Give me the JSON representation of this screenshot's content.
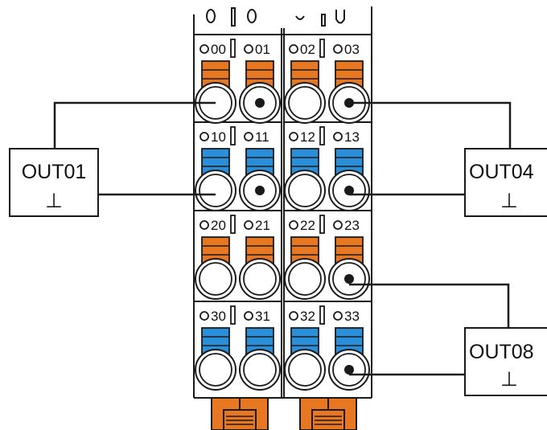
{
  "colors": {
    "orange": "#E87722",
    "blue": "#2A8FD8",
    "line": "#1a1a1a",
    "body": "#ffffff"
  },
  "terminals": [
    {
      "row": 0,
      "col": 0,
      "label": "00",
      "color": "orange",
      "connected": false
    },
    {
      "row": 0,
      "col": 1,
      "label": "01",
      "color": "orange",
      "connected": true
    },
    {
      "row": 0,
      "col": 2,
      "label": "02",
      "color": "orange",
      "connected": false
    },
    {
      "row": 0,
      "col": 3,
      "label": "03",
      "color": "orange",
      "connected": true
    },
    {
      "row": 1,
      "col": 0,
      "label": "10",
      "color": "blue",
      "connected": false
    },
    {
      "row": 1,
      "col": 1,
      "label": "11",
      "color": "blue",
      "connected": true
    },
    {
      "row": 1,
      "col": 2,
      "label": "12",
      "color": "blue",
      "connected": false
    },
    {
      "row": 1,
      "col": 3,
      "label": "13",
      "color": "blue",
      "connected": true
    },
    {
      "row": 2,
      "col": 0,
      "label": "20",
      "color": "orange",
      "connected": false
    },
    {
      "row": 2,
      "col": 1,
      "label": "21",
      "color": "orange",
      "connected": false
    },
    {
      "row": 2,
      "col": 2,
      "label": "22",
      "color": "orange",
      "connected": false
    },
    {
      "row": 2,
      "col": 3,
      "label": "23",
      "color": "orange",
      "connected": true
    },
    {
      "row": 3,
      "col": 0,
      "label": "30",
      "color": "blue",
      "connected": false
    },
    {
      "row": 3,
      "col": 1,
      "label": "31",
      "color": "blue",
      "connected": false
    },
    {
      "row": 3,
      "col": 2,
      "label": "32",
      "color": "blue",
      "connected": false
    },
    {
      "row": 3,
      "col": 3,
      "label": "33",
      "color": "blue",
      "connected": true
    }
  ],
  "devices": [
    {
      "id": "out01",
      "label": "OUT01",
      "symbol": "⊥"
    },
    {
      "id": "out04",
      "label": "OUT04",
      "symbol": "⊥"
    },
    {
      "id": "out08",
      "label": "OUT08",
      "symbol": "⊥"
    }
  ]
}
